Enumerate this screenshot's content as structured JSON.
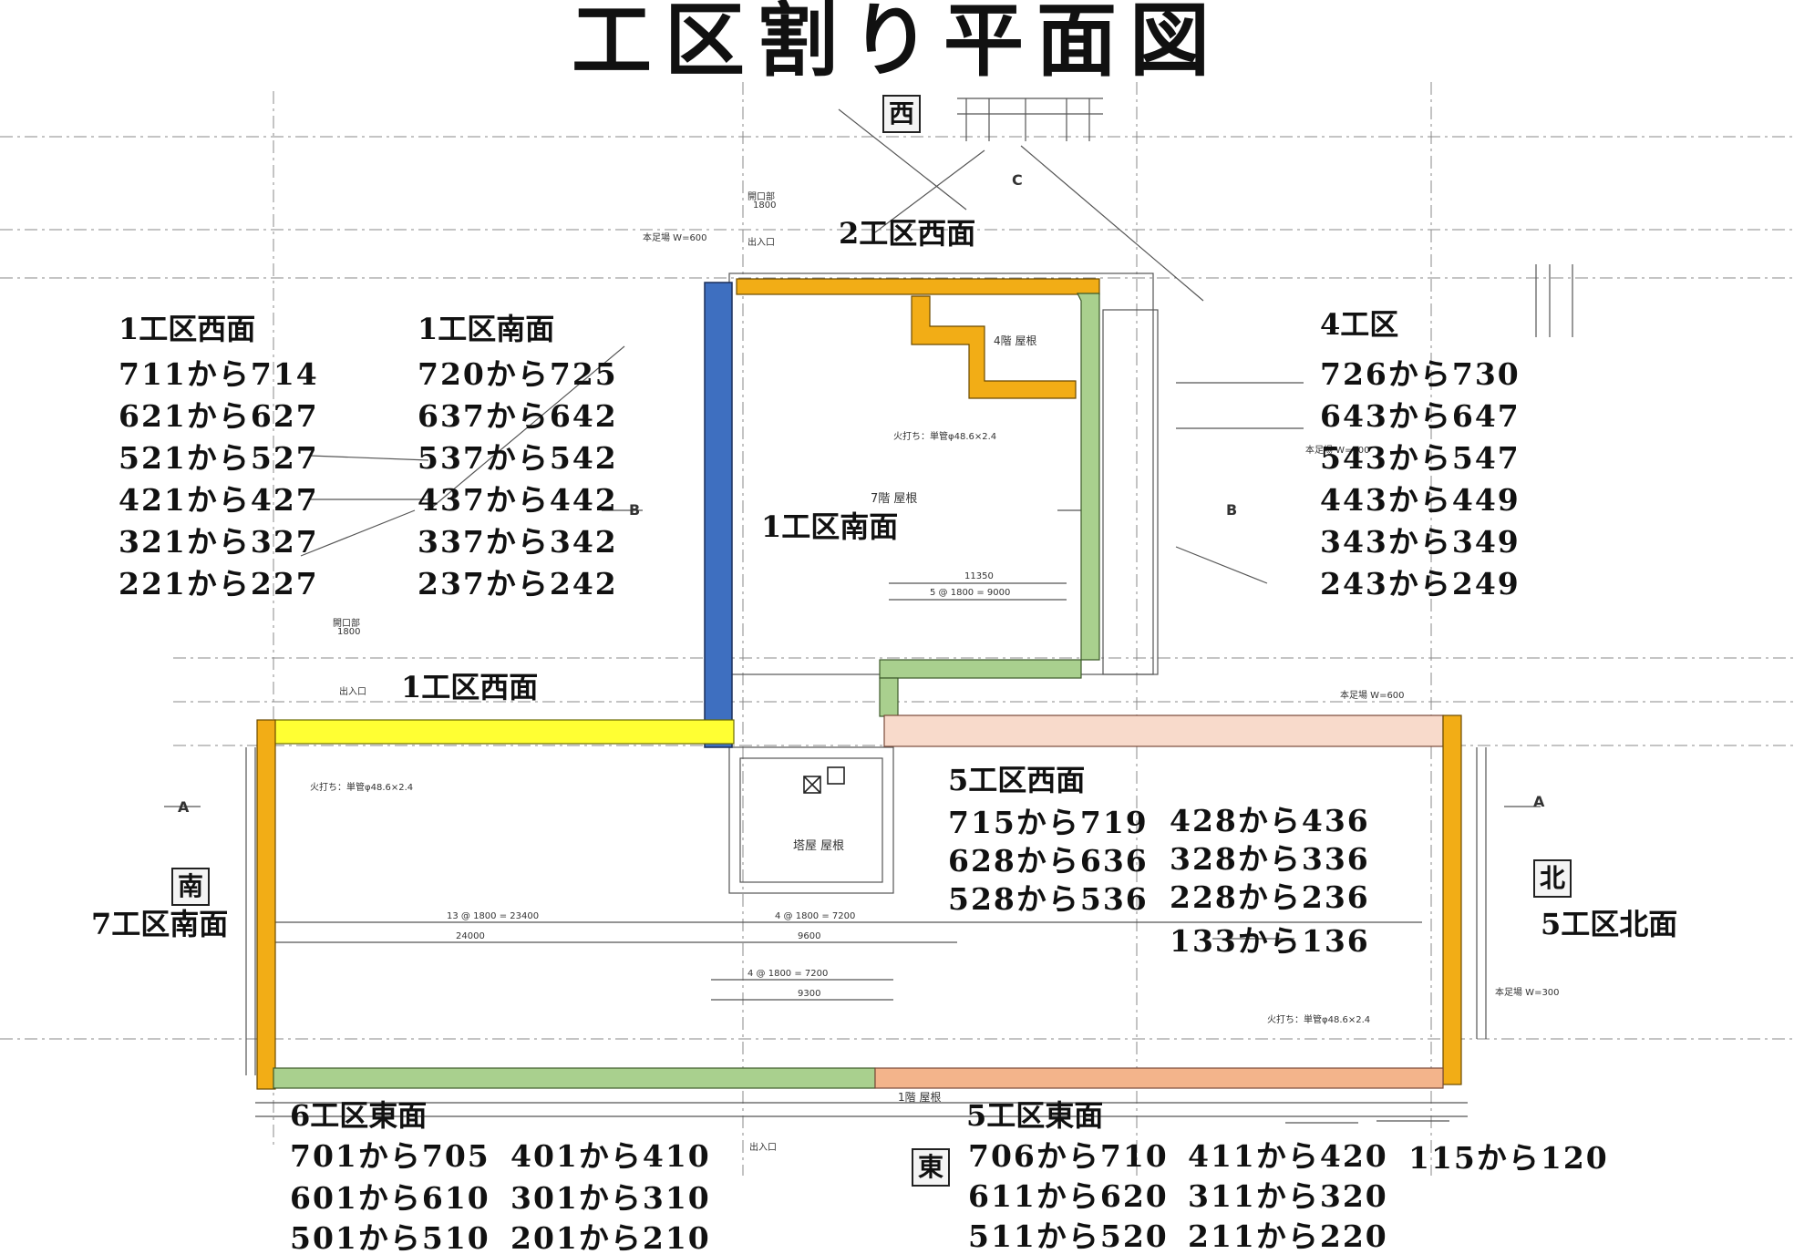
{
  "title": "工区割り平面図",
  "directions": {
    "west": "西",
    "south": "南",
    "north": "北",
    "east": "東"
  },
  "wall_colors": {
    "blue": "#3e6fc0",
    "orange": "#f2ad16",
    "green": "#a9d08e",
    "yellow": "#ffff33",
    "pink": "#f8dacb",
    "salmon": "#f3b48b"
  },
  "section_labels": {
    "ku1_west_top": "1工区西面",
    "ku1_south_top": "1工区南面",
    "ku2_west": "2工区西面",
    "ku4": "4工区",
    "ku1_south_center": "1工区南面",
    "ku1_west_mid": "1工区西面",
    "ku5_west": "5工区西面",
    "ku7_south": "7工区南面",
    "ku5_north": "5工区北面",
    "ku6_east": "6工区東面",
    "ku5_east": "5工区東面"
  },
  "ranges": {
    "ku1_west": [
      "711から714",
      "621から627",
      "521から527",
      "421から427",
      "321から327",
      "221から227"
    ],
    "ku1_south": [
      "720から725",
      "637から642",
      "537から542",
      "437から442",
      "337から342",
      "237から242"
    ],
    "ku4": [
      "726から730",
      "643から647",
      "543から547",
      "443から449",
      "343から349",
      "243から249"
    ],
    "ku5_west_a": [
      "715から719",
      "628から636",
      "528から536"
    ],
    "ku5_west_b": [
      "428から436",
      "328から336",
      "228から236",
      "133から136"
    ],
    "ku6_east_a": [
      "701から705",
      "601から610",
      "501から510"
    ],
    "ku6_east_b": [
      "401から410",
      "301から310",
      "201から210"
    ],
    "ku5_east_a": [
      "706から710",
      "611から620",
      "511から520"
    ],
    "ku5_east_b": [
      "411から420",
      "311から320",
      "211から220"
    ],
    "ku5_east_c": [
      "115から120"
    ]
  },
  "drawing_notes": {
    "roof7": "7階 屋根",
    "roof4": "4階 屋根",
    "tower_roof": "塔屋 屋根",
    "roof1": "1階 屋根",
    "opening": "開口部",
    "opening_dim": "1800",
    "entrance": "出入口",
    "scaffold_600": "本足場 W=600",
    "scaffold_300": "本足場 W=300",
    "dim_11350": "11350",
    "dim_5x1800": "5 @ 1800 = 9000",
    "dim_13x1800": "13 @ 1800 = 23400",
    "dim_24000": "24000",
    "dim_4x1800": "4 @ 1800 = 7200",
    "dim_9300": "9300",
    "dim_9600": "9600",
    "pipe_spec": "火打ち：単管φ48.6×2.4",
    "section_A": "A",
    "section_B": "B",
    "section_C": "C"
  }
}
